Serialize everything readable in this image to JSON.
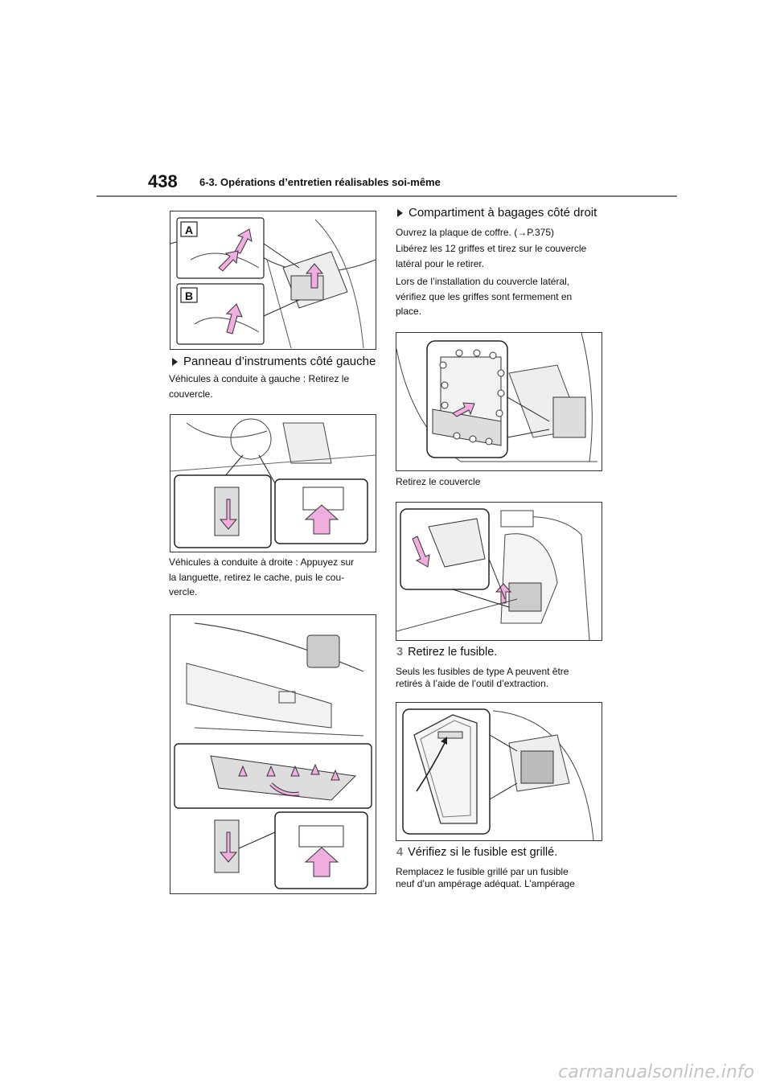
{
  "header": {
    "page_number": "438",
    "section_title": "6-3. Opérations d’entretien réalisables soi-même"
  },
  "left": {
    "fig1_labels": [
      "A",
      "B"
    ],
    "heading1": "Panneau d’instruments côté gauche",
    "para1_lines": [
      "Véhicules à conduite à gauche : Retirez le",
      "couvercle."
    ],
    "para2_lines": [
      "Véhicules à conduite à droite : Appuyez sur",
      "la languette, retirez le cache, puis le cou-",
      "vercle."
    ]
  },
  "right": {
    "heading2": "Compartiment à bagages côté droit",
    "para3": "Ouvrez la plaque de coffre. (→P.375)",
    "para4_lines": [
      "Libérez les 12 griffes et tirez sur le couvercle",
      "latéral pour le retirer."
    ],
    "para5_lines": [
      "Lors de l’installation du couvercle latéral,",
      "vérifiez que les griffes sont fermement en",
      "place."
    ],
    "caption1": "Retirez le couvercle",
    "step3_num": "3",
    "step3_text": "Retirez le fusible.",
    "step3_lines": [
      "Seuls les fusibles de type A peuvent être",
      "retirés à l’aide de l’outil d’extraction."
    ],
    "step4_num": "4",
    "step4_text": "Vérifiez si le fusible est grillé.",
    "step4_lines": [
      "Remplacez le fusible grillé par un fusible",
      "neuf d’un ampérage adéquat. L’ampérage"
    ]
  },
  "watermark": "carmanualsonline.info",
  "colors": {
    "arrow_pink": "#f0aee0",
    "rule_gray": "#7a7a7a",
    "step_gray": "#7a7a7a"
  }
}
